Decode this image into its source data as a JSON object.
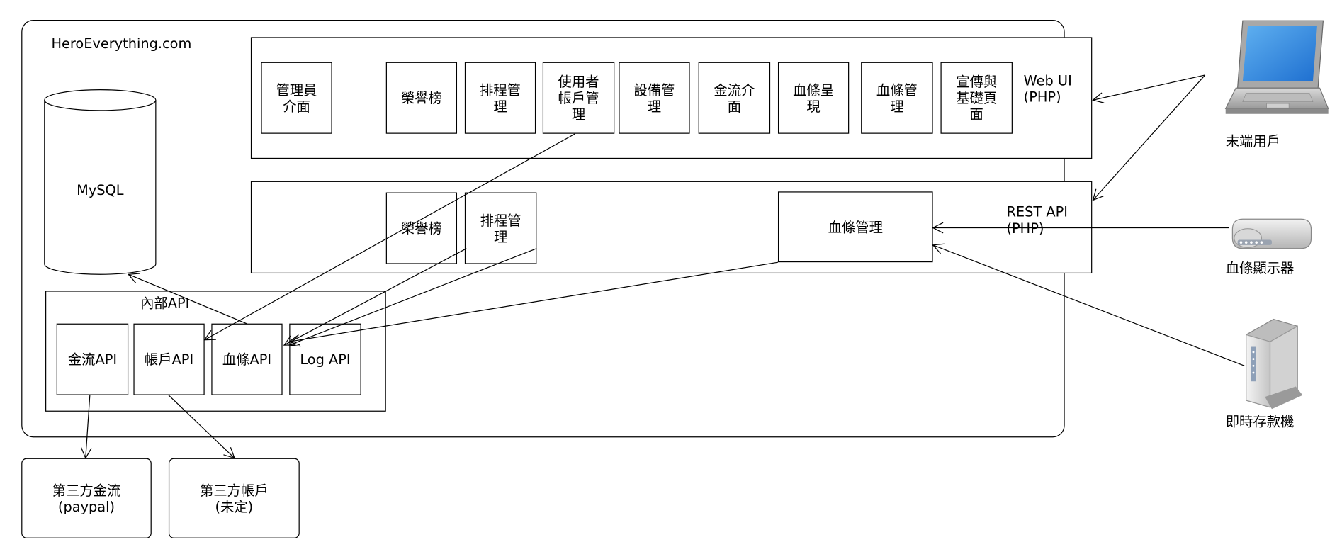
{
  "site": {
    "title": "HeroEverything.com"
  },
  "database": {
    "label": "MySQL"
  },
  "web_ui": {
    "label": "Web UI\n(PHP)",
    "modules": [
      "管理員\n介面",
      "榮譽榜",
      "排程管\n理",
      "使用者\n帳戶管\n理",
      "設備管\n理",
      "金流介\n面",
      "血條呈\n現",
      "血條管\n理",
      "宣傳與\n基礎頁\n面"
    ]
  },
  "rest_api": {
    "label": "REST API\n(PHP)",
    "modules": [
      "榮譽榜",
      "排程管\n理",
      "血條管理"
    ]
  },
  "internal_api": {
    "label": "內部API",
    "modules": [
      "金流API",
      "帳戶API",
      "血條API",
      "Log API"
    ]
  },
  "third_party": {
    "payment": "第三方金流\n(paypal)",
    "account": "第三方帳戶\n(未定)"
  },
  "clients": {
    "end_user": {
      "label": "末端用戶",
      "icon": "laptop-icon"
    },
    "hp_display": {
      "label": "血條顯示器",
      "icon": "router-device-icon"
    },
    "kiosk": {
      "label": "即時存款機",
      "icon": "tower-device-icon"
    }
  }
}
